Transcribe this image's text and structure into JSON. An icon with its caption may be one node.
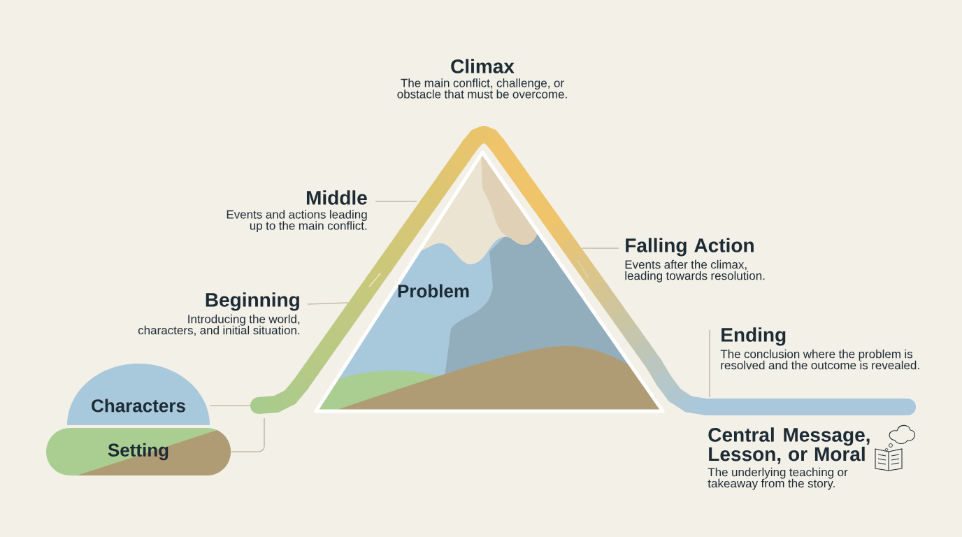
{
  "diagram": {
    "nodes": [
      {
        "text": [
          "Characters"
        ]
      },
      {
        "text": [
          "Setting"
        ]
      },
      {
        "text": [
          "Problem"
        ]
      },
      {
        "text": [
          "Beginning",
          "Introducing the world, characters, and initial situation."
        ]
      },
      {
        "text": [
          "Middle",
          "Events and actions leading up to the main conflict."
        ]
      },
      {
        "text": [
          "Climax",
          "The main conflict, challenge, or obstacle that must be overcome."
        ]
      },
      {
        "text": [
          "Falling Action",
          "Events after the climax, leading towards resolution."
        ]
      },
      {
        "text": [
          "Ending",
          "The conclusion where the problem is resolved and the outcome is revealed."
        ]
      },
      {
        "text": [
          "Central Message, Lesson, or Moral",
          "The underlying teaching or takeaway from the story."
        ]
      }
    ],
    "edges": [
      {
        "from": 0,
        "to": null,
        "arrow": "none"
      },
      {
        "from": 1,
        "to": null,
        "arrow": "none"
      },
      {
        "from": 3,
        "to": null,
        "arrow": "none"
      },
      {
        "from": 4,
        "to": null,
        "arrow": "none"
      },
      {
        "from": 6,
        "to": null,
        "arrow": "none"
      },
      {
        "from": 7,
        "to": null,
        "arrow": "none"
      }
    ]
  }
}
